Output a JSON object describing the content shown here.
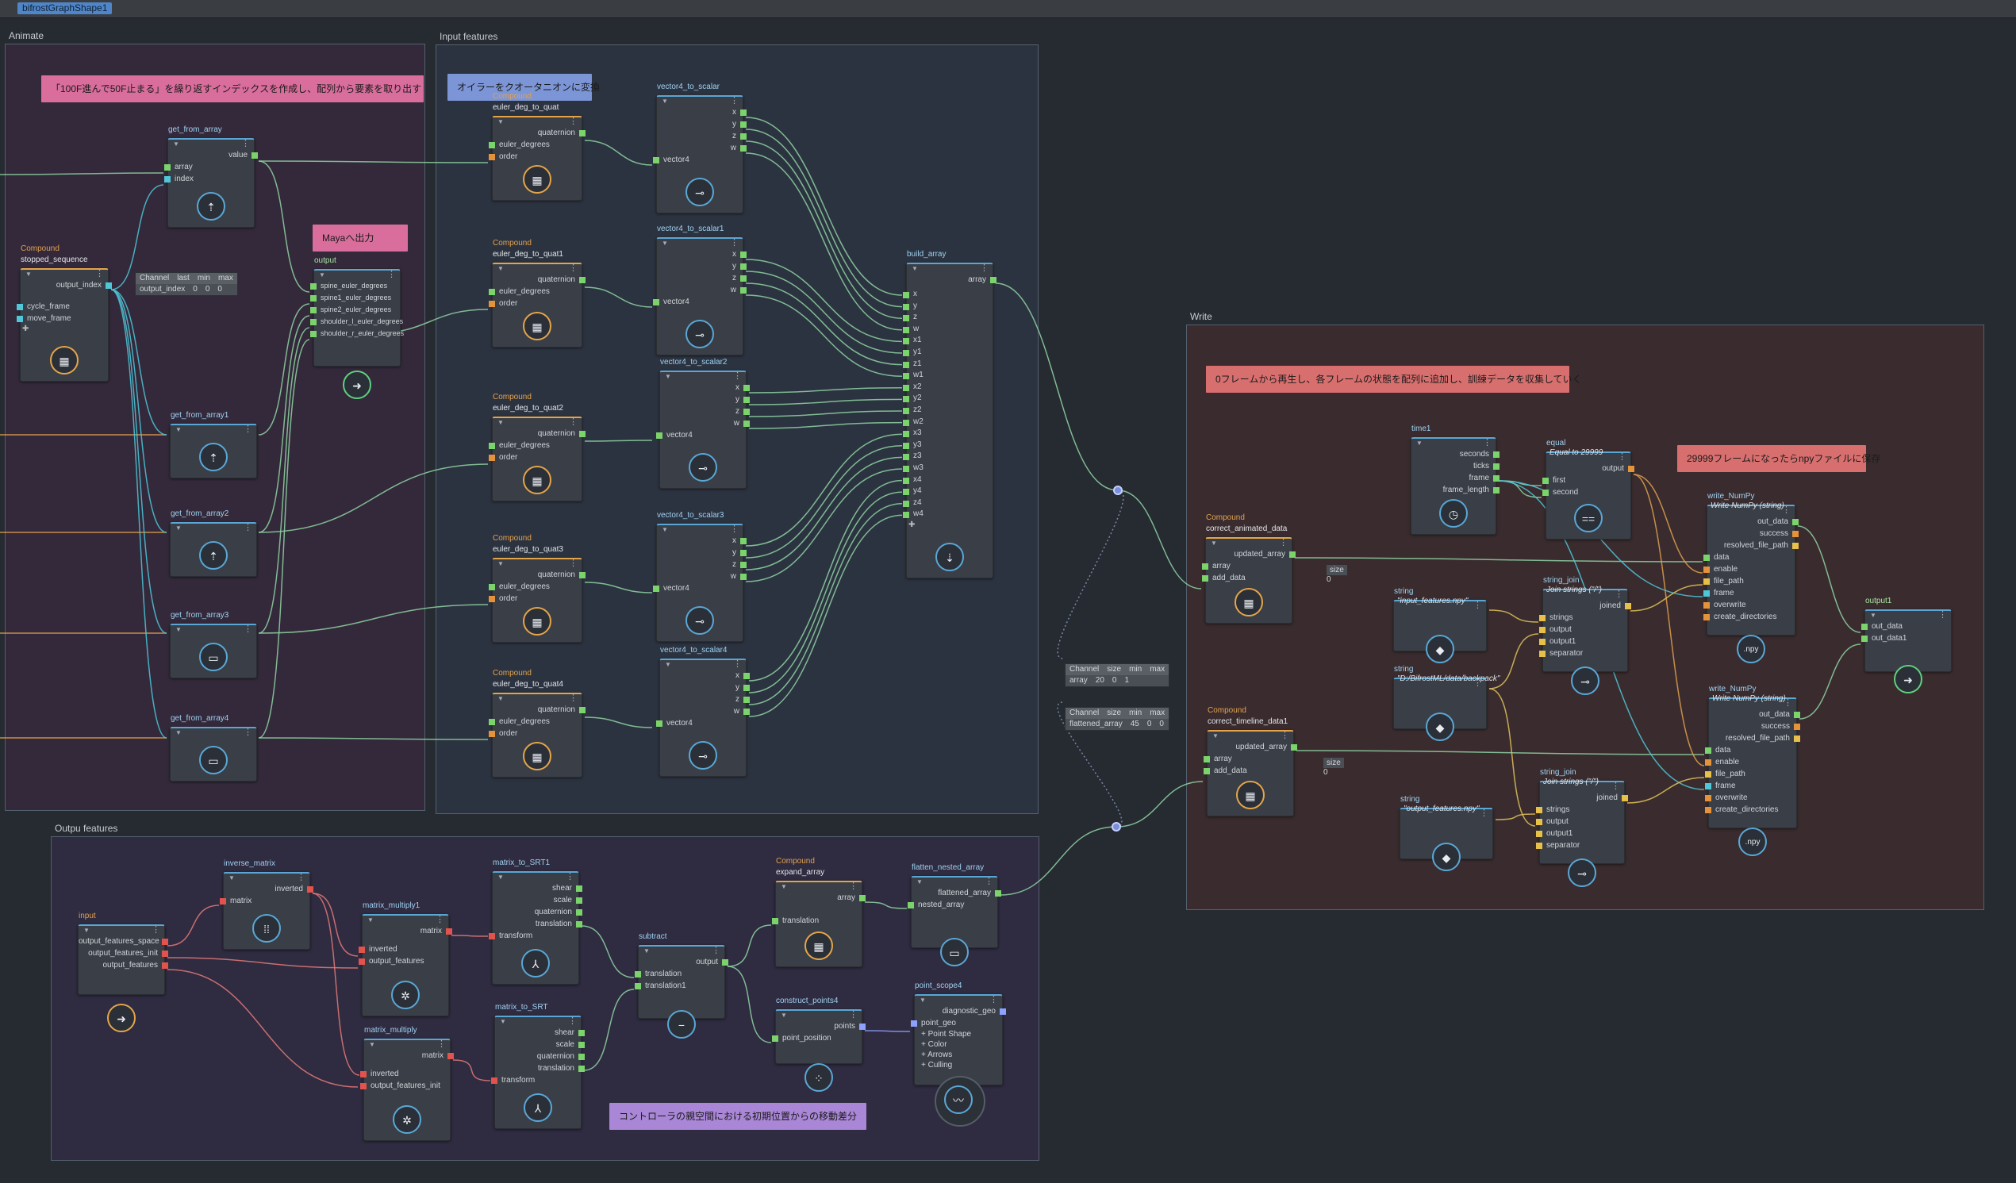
{
  "window": {
    "tab_label": "bifrostGraphShape1"
  },
  "backdrops": {
    "animate": "Animate",
    "input_features": "Input features",
    "write": "Write",
    "output_features": "Outpu features"
  },
  "stickies": {
    "animate_note": "「100F進んで50F止まる」を繰り返すインデックスを作成し、配列から要素を取り出す",
    "maya_out": "Mayaへ出力",
    "euler_note": "オイラーをクオータニオンに変換",
    "write_note": "0フレームから再生し、各フレームの状態を配列に追加し、訓練データを収集していく",
    "npy_note": "29999フレームになったらnpyファイルに保存",
    "ctrl_note": "コントローラの親空間における初期位置からの移動差分"
  },
  "nodes": {
    "get_from_array": {
      "title": "get_from_array",
      "ports": {
        "value": "value",
        "array": "array",
        "index": "index"
      }
    },
    "get_from_array1": {
      "title": "get_from_array1"
    },
    "get_from_array2": {
      "title": "get_from_array2"
    },
    "get_from_array3": {
      "title": "get_from_array3"
    },
    "get_from_array4": {
      "title": "get_from_array4"
    },
    "stopped_sequence": {
      "category": "Compound",
      "title": "stopped_sequence",
      "ports": {
        "output_index": "output_index",
        "cycle_frame": "cycle_frame",
        "move_frame": "move_frame"
      }
    },
    "output": {
      "title": "output",
      "ports": [
        "spine_euler_degrees",
        "spine1_euler_degrees",
        "spine2_euler_degrees",
        "shoulder_l_euler_degrees",
        "shoulder_r_euler_degrees"
      ]
    },
    "euler_deg_to_quat": {
      "category": "Compound",
      "titles": [
        "euler_deg_to_quat",
        "euler_deg_to_quat1",
        "euler_deg_to_quat2",
        "euler_deg_to_quat3",
        "euler_deg_to_quat4"
      ],
      "ports": {
        "quaternion": "quaternion",
        "euler_degrees": "euler_degrees",
        "order": "order"
      }
    },
    "vector4_to_scalar": {
      "titles": [
        "vector4_to_scalar",
        "vector4_to_scalar1",
        "vector4_to_scalar2",
        "vector4_to_scalar3",
        "vector4_to_scalar4"
      ],
      "ports": {
        "x": "x",
        "y": "y",
        "z": "z",
        "w": "w",
        "vector4": "vector4"
      }
    },
    "build_array": {
      "title": "build_array",
      "out": "array",
      "ports": [
        "x",
        "y",
        "z",
        "w",
        "x1",
        "y1",
        "z1",
        "w1",
        "x2",
        "y2",
        "z2",
        "w2",
        "x3",
        "y3",
        "z3",
        "w3",
        "x4",
        "y4",
        "z4",
        "w4"
      ]
    },
    "time1": {
      "title": "time1",
      "ports": [
        "seconds",
        "ticks",
        "frame",
        "frame_length"
      ]
    },
    "equal": {
      "title": "equal",
      "subtitle": "Equal to 29999",
      "ports": {
        "output": "output",
        "first": "first",
        "second": "second"
      }
    },
    "correct_animated_data": {
      "category": "Compound",
      "title": "correct_animated_data",
      "ports": {
        "updated_array": "updated_array",
        "array": "array",
        "add_data": "add_data"
      }
    },
    "correct_timeline_data1": {
      "category": "Compound",
      "title": "correct_timeline_data1",
      "ports": {
        "updated_array": "updated_array",
        "array": "array",
        "add_data": "add_data"
      }
    },
    "string1": {
      "title": "string",
      "value": "\"input_features.npy\""
    },
    "string2": {
      "title": "string",
      "value": "\"D:/BifrostML/data/backpack\""
    },
    "string3": {
      "title": "string",
      "value": "\"output_features.npy\""
    },
    "string_join": {
      "title": "string_join",
      "subtitle": "Join strings (\"/\")",
      "ports": {
        "joined": "joined",
        "strings": "strings",
        "output": "output",
        "output1": "output1",
        "separator": "separator"
      }
    },
    "write_numpy": {
      "titles": [
        "write_NumPy",
        "write_NumPy"
      ],
      "subtitle": "Write NumPy (string)",
      "out_ports": [
        "out_data",
        "success",
        "resolved_file_path"
      ],
      "in_ports": [
        "data",
        "enable",
        "file_path",
        "frame",
        "overwrite",
        "create_directories"
      ],
      "icon_label": ".npy"
    },
    "output1": {
      "title": "output1",
      "ports": [
        "out_data",
        "out_data1"
      ]
    },
    "input": {
      "title": "input",
      "ports": [
        "output_features_space",
        "output_features_init",
        "output_features"
      ]
    },
    "inverse_matrix": {
      "title": "inverse_matrix",
      "ports": {
        "inverted": "inverted",
        "matrix": "matrix"
      }
    },
    "matrix_multiply1": {
      "title": "matrix_multiply1",
      "ports": {
        "matrix": "matrix",
        "inverted": "inverted",
        "in2": "output_features"
      }
    },
    "matrix_multiply": {
      "title": "matrix_multiply",
      "ports": {
        "matrix": "matrix",
        "inverted": "inverted",
        "in2": "output_features_init"
      }
    },
    "matrix_to_SRT1": {
      "title": "matrix_to_SRT1",
      "ports": [
        "shear",
        "scale",
        "quaternion",
        "translation",
        "transform"
      ]
    },
    "matrix_to_SRT": {
      "title": "matrix_to_SRT",
      "ports": [
        "shear",
        "scale",
        "quaternion",
        "translation",
        "transform"
      ]
    },
    "subtract": {
      "title": "subtract",
      "ports": {
        "output": "output",
        "translation": "translation",
        "translation1": "translation1"
      }
    },
    "expand_array": {
      "category": "Compound",
      "title": "expand_array",
      "ports": {
        "array": "array",
        "translation": "translation"
      }
    },
    "flatten_nested_array": {
      "title": "flatten_nested_array",
      "ports": {
        "flattened_array": "flattened_array",
        "nested_array": "nested_array"
      }
    },
    "construct_points4": {
      "title": "construct_points4",
      "ports": {
        "points": "points",
        "point_position": "point_position"
      }
    },
    "point_scope4": {
      "title": "point_scope4",
      "ports": [
        "diagnostic_geo",
        "point_geo",
        "Point Shape",
        "Color",
        "Arrows",
        "Culling"
      ]
    }
  },
  "channel_tables": {
    "stopped": {
      "headers": [
        "Channel",
        "last",
        "min",
        "max"
      ],
      "row": [
        "output_index",
        "0",
        "0",
        "0"
      ]
    },
    "array": {
      "headers": [
        "Channel",
        "size",
        "min",
        "max"
      ],
      "row": [
        "array",
        "20",
        "0",
        "1"
      ]
    },
    "flattened": {
      "headers": [
        "Channel",
        "size",
        "min",
        "max"
      ],
      "row": [
        "flattened_array",
        "45",
        "0",
        "0"
      ]
    }
  },
  "size_tags": {
    "label": "size",
    "value": "0"
  },
  "port_colors": {
    "float": "#7bd36b",
    "int": "#e5933a",
    "string": "#e7c04a",
    "matrix": "#e2534e",
    "bool": "#4fc7d8",
    "geo": "#8da1ff"
  }
}
